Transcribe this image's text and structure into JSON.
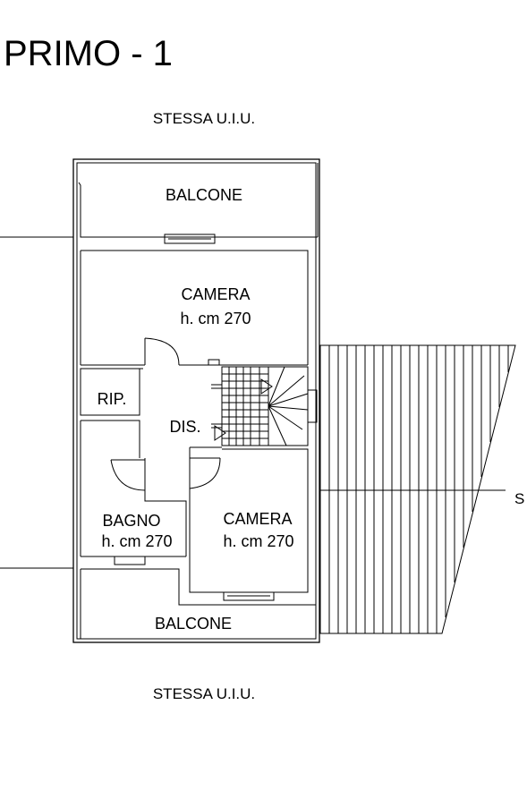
{
  "floor_title": "PRIMO - 1",
  "top_note": "STESSA U.I.U.",
  "bottom_note": "STESSA U.I.U.",
  "edge_text": "S",
  "rooms": {
    "balcone_top": "BALCONE",
    "camera_top": {
      "name": "CAMERA",
      "height": "h. cm 270"
    },
    "rip": "RIP.",
    "dis": "DIS.",
    "bagno": {
      "name": "BAGNO",
      "height": "h. cm 270"
    },
    "camera_bottom": {
      "name": "CAMERA",
      "height": "h. cm 270"
    },
    "balcone_bottom": "BALCONE"
  }
}
